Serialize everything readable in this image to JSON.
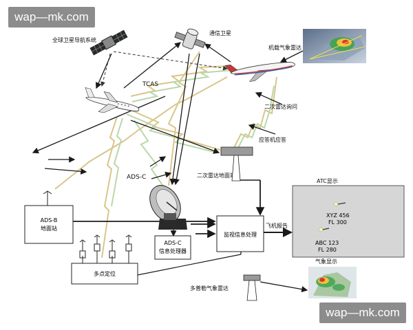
{
  "watermark": {
    "text": "wap—mk.com"
  },
  "labels": {
    "gnss": "全球卫星导航系统",
    "comsat": "通信卫星",
    "airborne_wx": "机载气象雷达",
    "tcas": "TCAS",
    "ssr_interrogation": "二次雷达询问",
    "transponder_reply": "应答机应答",
    "ssr_ground": "二次雷达地面站",
    "ads_c": "ADS-C",
    "atc_display": "ATC显示",
    "ads_b_station": [
      "ADS-B",
      "地面站"
    ],
    "ads_c_processor": [
      "ADS-C",
      "信息处理器"
    ],
    "surveillance_processing": "监视信息处理",
    "aircraft_report": "飞机报告",
    "multilateration": "多点定位",
    "doppler_wx": "多普勒气象雷达",
    "wx_display": "气象显示",
    "target1": [
      "XYZ 456",
      "FL 300"
    ],
    "target2": [
      "ABC 123",
      "FL 280"
    ]
  },
  "colors": {
    "line": "#1a1a1a",
    "dashed": "#333333",
    "gold": "#d8c68a",
    "green": "#b9d7a8",
    "atc_bg": "#d6d6d6",
    "box_border": "#222222",
    "target_blip": "#f4f2b0",
    "watermark_bg": "#7a7a7a",
    "radar_gradient": [
      "#d43a2a",
      "#f0c040",
      "#3fa34d"
    ]
  },
  "icons": [
    "satellite-icon",
    "radar-dish-icon",
    "airliner-icon",
    "business-jet-icon",
    "antenna-icon",
    "radar-tower-icon"
  ]
}
